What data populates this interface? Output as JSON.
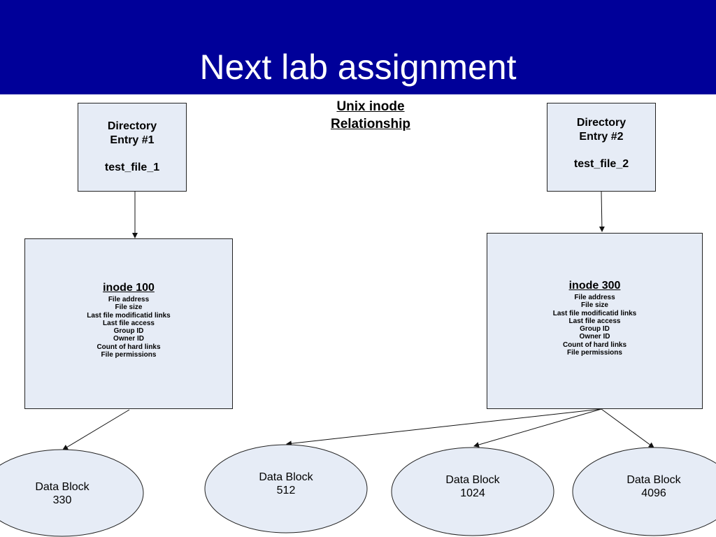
{
  "slide": {
    "title": "Next lab assignment"
  },
  "diagram": {
    "title_line1": "Unix inode",
    "title_line2": "Relationship",
    "directory_entries": [
      {
        "line1": "Directory",
        "line2": "Entry #1",
        "file": "test_file_1"
      },
      {
        "line1": "Directory",
        "line2": "Entry #2",
        "file": "test_file_2"
      }
    ],
    "inodes": [
      {
        "title": "inode 100",
        "fields": [
          "File address",
          "File size",
          "Last file modificatid links",
          "Last file access",
          "Group ID",
          "Owner ID",
          "Count of hard links",
          "File permissions"
        ]
      },
      {
        "title": "inode 300",
        "fields": [
          "File address",
          "File size",
          "Last file modificatid links",
          "Last file access",
          "Group ID",
          "Owner ID",
          "Count of hard links",
          "File permissions"
        ]
      }
    ],
    "data_blocks": [
      {
        "label": "Data Block",
        "number": "330"
      },
      {
        "label": "Data Block",
        "number": "512"
      },
      {
        "label": "Data Block",
        "number": "1024"
      },
      {
        "label": "Data Block",
        "number": "4096"
      }
    ]
  },
  "colors": {
    "title_bar": "#000099",
    "title_text": "#ffffff",
    "box_fill": "#e6ecf6",
    "outline": "#222222"
  }
}
